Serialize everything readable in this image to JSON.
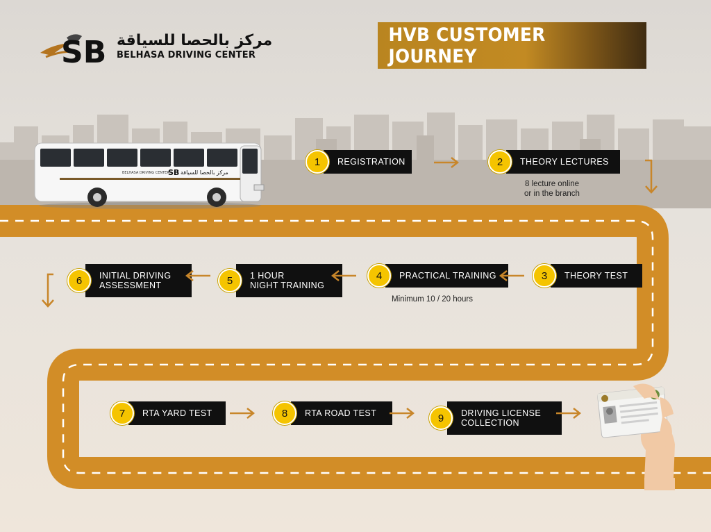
{
  "brand": {
    "logo_letters": "SB",
    "name_ar": "مركز بالحصا للسياقة",
    "name_en": "BELHASA DRIVING CENTER"
  },
  "title": "HVB CUSTOMER JOURNEY",
  "colors": {
    "road": "#d28d27",
    "badge": "#f5c400",
    "label_bg": "#101010",
    "arrow": "#c8862a"
  },
  "bus": {
    "side_text_en": "BELHASA DRIVING CENTER",
    "side_text_ar": "مركز بالحصا للسياقة"
  },
  "steps": [
    {
      "num": "1",
      "label": "REGISTRATION"
    },
    {
      "num": "2",
      "label": "THEORY LECTURES",
      "note": "8 lecture online\nor in the branch"
    },
    {
      "num": "3",
      "label": "THEORY TEST"
    },
    {
      "num": "4",
      "label": "PRACTICAL TRAINING",
      "note": "Minimum 10 / 20 hours"
    },
    {
      "num": "5",
      "label": "1 HOUR\nNIGHT TRAINING"
    },
    {
      "num": "6",
      "label": "INITIAL DRIVING\nASSESSMENT"
    },
    {
      "num": "7",
      "label": "RTA YARD TEST"
    },
    {
      "num": "8",
      "label": "RTA ROAD TEST"
    },
    {
      "num": "9",
      "label": "DRIVING LICENSE\nCOLLECTION"
    }
  ],
  "icons": [
    "arrow-right-icon",
    "arrow-left-icon",
    "arrow-down-icon",
    "license-card-icon"
  ]
}
